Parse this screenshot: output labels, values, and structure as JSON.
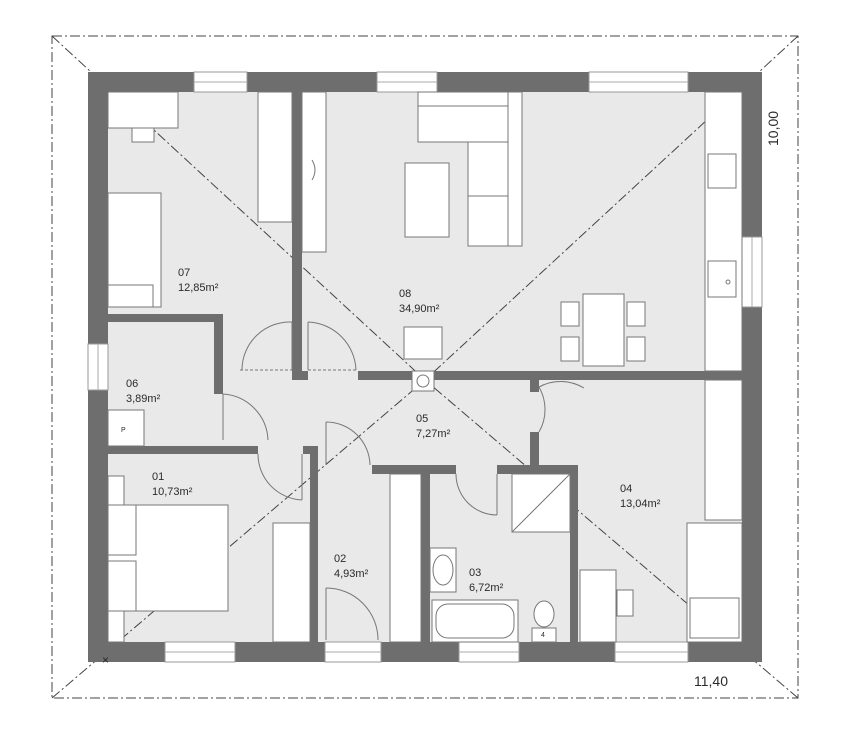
{
  "dimensions": {
    "width": "11,40",
    "height": "10,00"
  },
  "rooms": [
    {
      "number": "01",
      "area": "10,73m²"
    },
    {
      "number": "02",
      "area": "4,93m²"
    },
    {
      "number": "03",
      "area": "6,72m²"
    },
    {
      "number": "04",
      "area": "13,04m²"
    },
    {
      "number": "05",
      "area": "7,27m²"
    },
    {
      "number": "06",
      "area": "3,89m²"
    },
    {
      "number": "07",
      "area": "12,85m²"
    },
    {
      "number": "08",
      "area": "34,90m²"
    }
  ],
  "labels": {
    "pantry_mark": "P",
    "toilet_mark": "4",
    "corner_mark": "×"
  },
  "colors": {
    "wall": "#6e6e6e",
    "floor": "#e9e9e9",
    "roof": "#f0f0f0",
    "line": "#444444"
  }
}
